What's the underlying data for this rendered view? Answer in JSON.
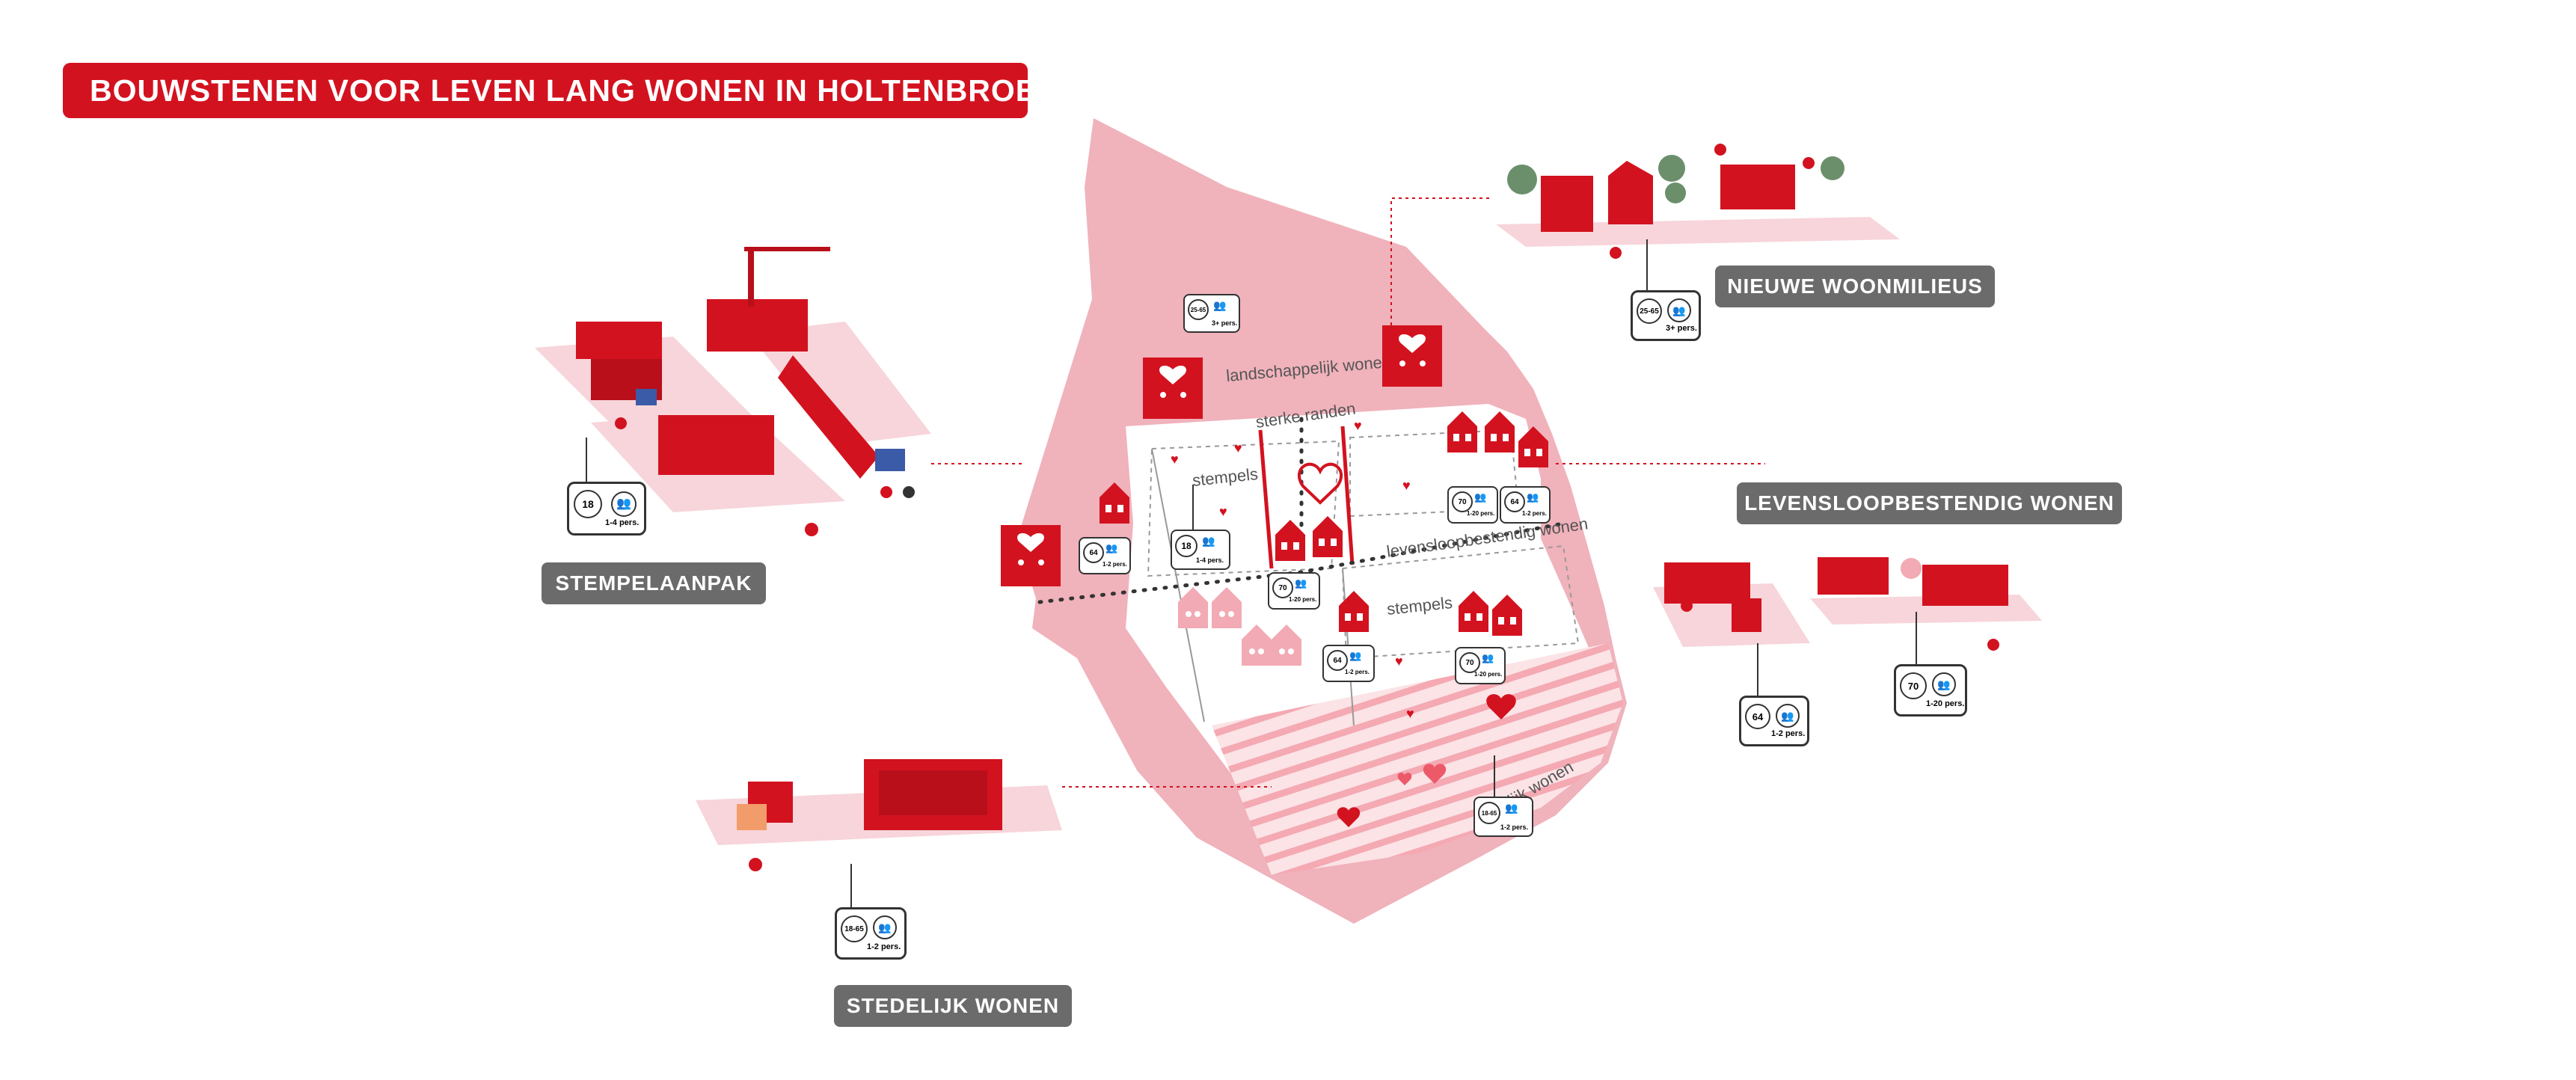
{
  "title": "BOUWSTENEN VOOR LEVEN LANG WONEN IN HOLTENBROEK",
  "sections": {
    "stempel": "STEMPELAANPAK",
    "stedelijk": "STEDELIJK WONEN",
    "nieuwe": "NIEUWE WOONMILIEUS",
    "levensloop": "LEVENSLOOPBESTENDIG WONEN"
  },
  "map_labels": {
    "landschappelijk": "landschappelijk wonen",
    "sterke_randen": "sterke randen",
    "stempels_1": "stempels",
    "stempels_2": "stempels",
    "levensloop": "levensloopbestendig wonen",
    "stedelijk": "stedelijk wonen"
  },
  "badges": {
    "age_18": "18",
    "age_64": "64",
    "age_70": "70",
    "age_18_65": "18-65",
    "age_25_65": "25-65",
    "pers_1_4": "1-4 pers.",
    "pers_1_2": "1-2 pers.",
    "pers_1_20": "1-20 pers.",
    "pers_3": "3+ pers."
  },
  "colors": {
    "brand_red": "#d3121f",
    "light_red": "#f2b3bb",
    "pale_red": "#f7d5da",
    "gray_tag": "#6b6b6b"
  }
}
